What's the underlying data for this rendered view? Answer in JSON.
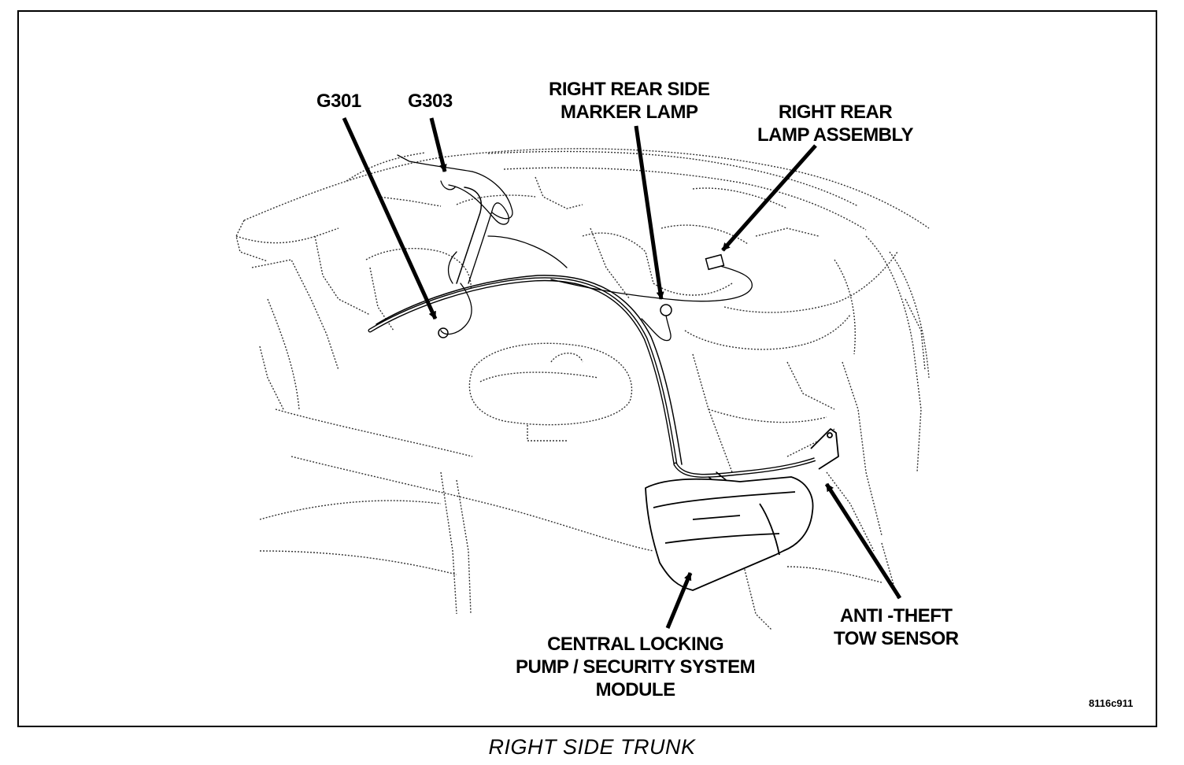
{
  "labels": {
    "g301": "G301",
    "g303": "G303",
    "side_marker": [
      "RIGHT REAR SIDE",
      "MARKER LAMP"
    ],
    "lamp_assembly": [
      "RIGHT REAR",
      "LAMP ASSEMBLY"
    ],
    "tow_sensor": [
      "ANTI -THEFT",
      "TOW SENSOR"
    ],
    "security_module": [
      "CENTRAL LOCKING",
      "PUMP / SECURITY SYSTEM",
      "MODULE"
    ]
  },
  "figure_id": "8116c911",
  "caption": "RIGHT SIDE TRUNK"
}
